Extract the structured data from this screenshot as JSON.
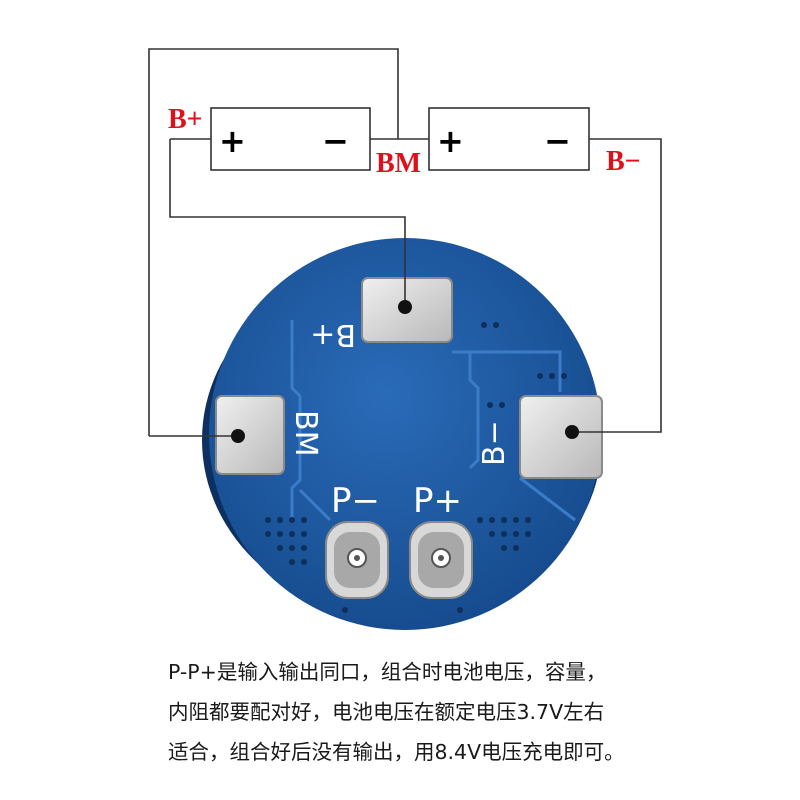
{
  "labels": {
    "b_plus": "B+",
    "bm": "BM",
    "b_minus": "B−",
    "plus": "+",
    "minus": "−"
  },
  "board": {
    "pad_b_plus": "B+",
    "pad_bm": "BM",
    "pad_b_minus": "B−",
    "p_minus": "P−",
    "p_plus": "P+"
  },
  "caption": {
    "line1": "P-P+是输入输出同口，组合时电池电压，容量，",
    "line2": "内阻都要配对好，电池电压在额定电压3.7V左右",
    "line3": "适合，组合好后没有输出，用8.4V电压充电即可。"
  },
  "colors": {
    "board_blue": "#1f5aa3",
    "label_red": "#e0101a"
  }
}
